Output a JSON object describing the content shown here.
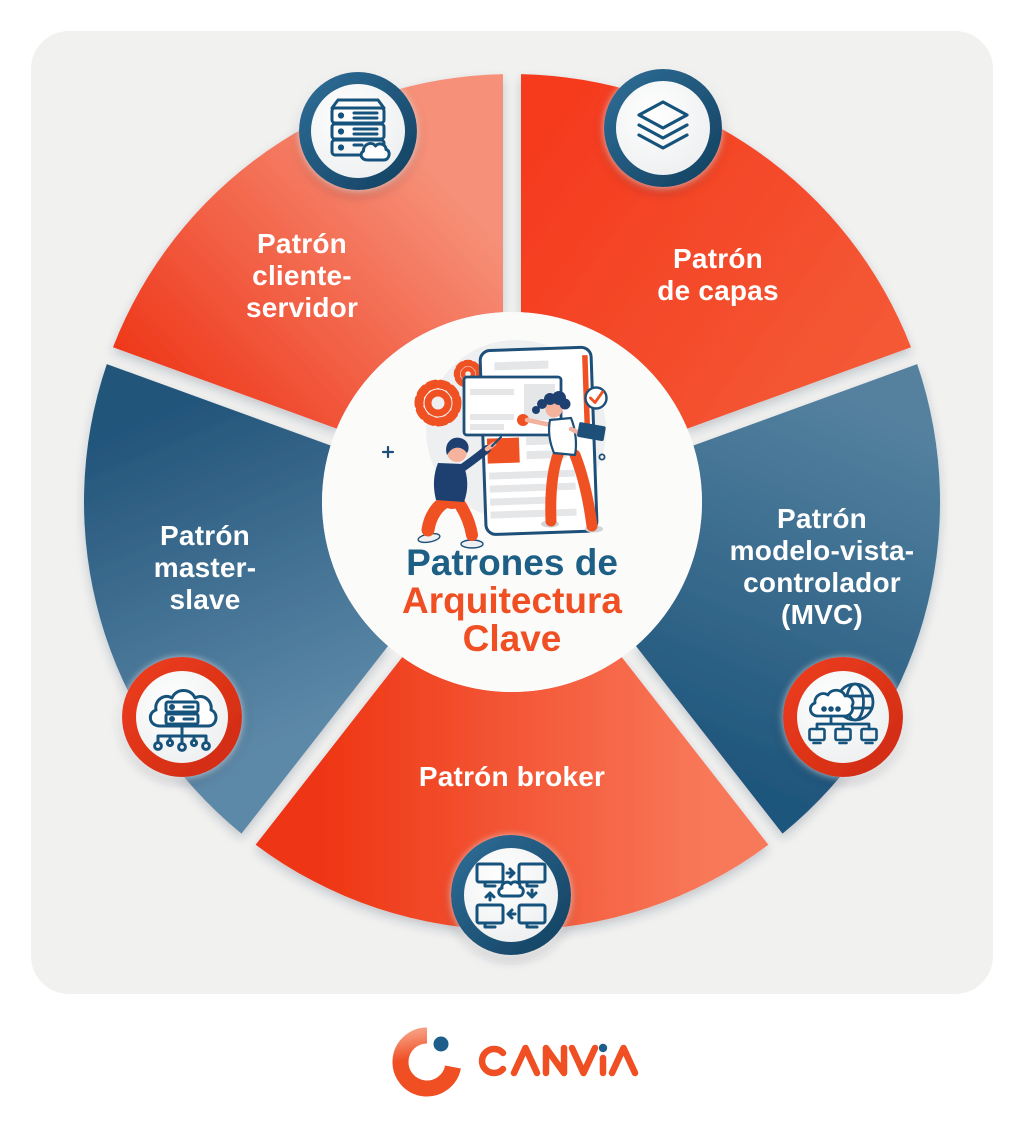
{
  "title": {
    "line1": "Patrones de",
    "line2": "Arquitectura",
    "line3": "Clave",
    "primary_color": "#1d5f85",
    "accent_color": "#f04e23"
  },
  "segments": [
    {
      "name": "patron-de-capas",
      "label": "Patrón\nde capas",
      "icon": "layers-icon",
      "gradient": [
        "#f53a1e",
        "#f45835"
      ],
      "ring": "navy"
    },
    {
      "name": "patron-modelo-vista-controlador",
      "label": "Patrón\nmodelo-vista-\ncontrolador\n(MVC)",
      "icon": "globe-network-icon",
      "gradient": [
        "#54819f",
        "#1f567c"
      ],
      "ring": "red"
    },
    {
      "name": "patron-broker",
      "label": "Patrón broker",
      "icon": "network-cycle-icon",
      "gradient": [
        "#ee3412",
        "#f8795a"
      ],
      "ring": "navy"
    },
    {
      "name": "patron-master-slave",
      "label": "Patrón\nmaster-\nslave",
      "icon": "cloud-server-icon",
      "gradient": [
        "#22547a",
        "#5d89a8"
      ],
      "ring": "red"
    },
    {
      "name": "patron-cliente-servidor",
      "label": "Patrón\ncliente-\nservidor",
      "icon": "server-cloud-icon",
      "gradient": [
        "#ee3214",
        "#f69078"
      ],
      "ring": "navy"
    }
  ],
  "logo": {
    "text": "CANVIA",
    "orange": "#f04e23",
    "blue": "#1d5f8a"
  }
}
